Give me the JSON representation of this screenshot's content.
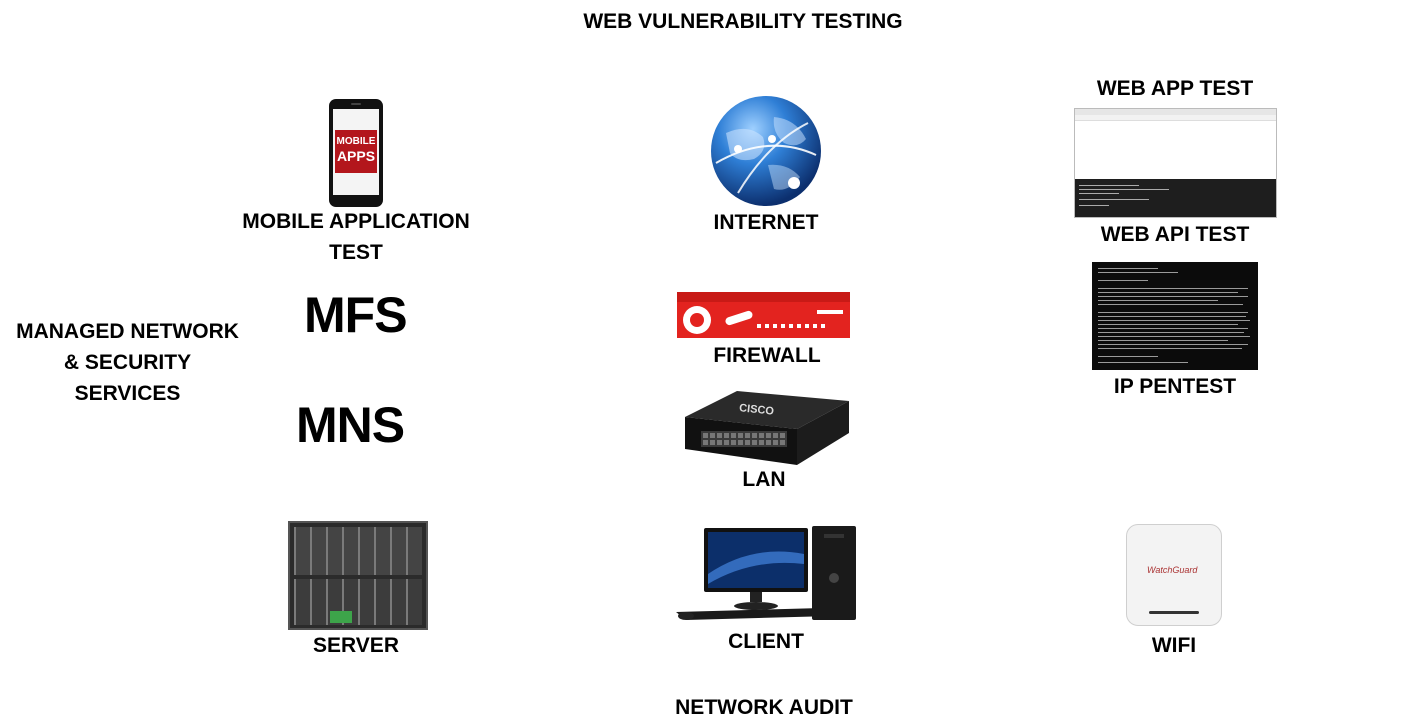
{
  "titles": {
    "top": "WEB VULNERABILITY TESTING",
    "bottom": "NETWORK AUDIT"
  },
  "left_group": {
    "line1": "MANAGED NETWORK",
    "line2": "& SECURITY",
    "line3": "SERVICES"
  },
  "acronyms": {
    "mfs": "MFS",
    "mns": "MNS"
  },
  "nodes": {
    "mobile": {
      "label_line1": "MOBILE APPLICATION",
      "label_line2": "TEST",
      "screen_line1": "MOBILE",
      "screen_line2": "APPS"
    },
    "internet": {
      "label": "INTERNET"
    },
    "web_app": {
      "label": "WEB APP TEST"
    },
    "web_api": {
      "label": "WEB API TEST"
    },
    "firewall": {
      "label": "FIREWALL"
    },
    "ip_pentest": {
      "label": "IP PENTEST"
    },
    "lan": {
      "label": "LAN",
      "brand": "CISCO"
    },
    "server": {
      "label": "SERVER"
    },
    "client": {
      "label": "CLIENT"
    },
    "wifi": {
      "label": "WIFI",
      "brand": "WatchGuard"
    }
  },
  "colors": {
    "firewall_red": "#e3231f",
    "mobile_red": "#b3161c",
    "globe_blue": "#1d63b8"
  }
}
